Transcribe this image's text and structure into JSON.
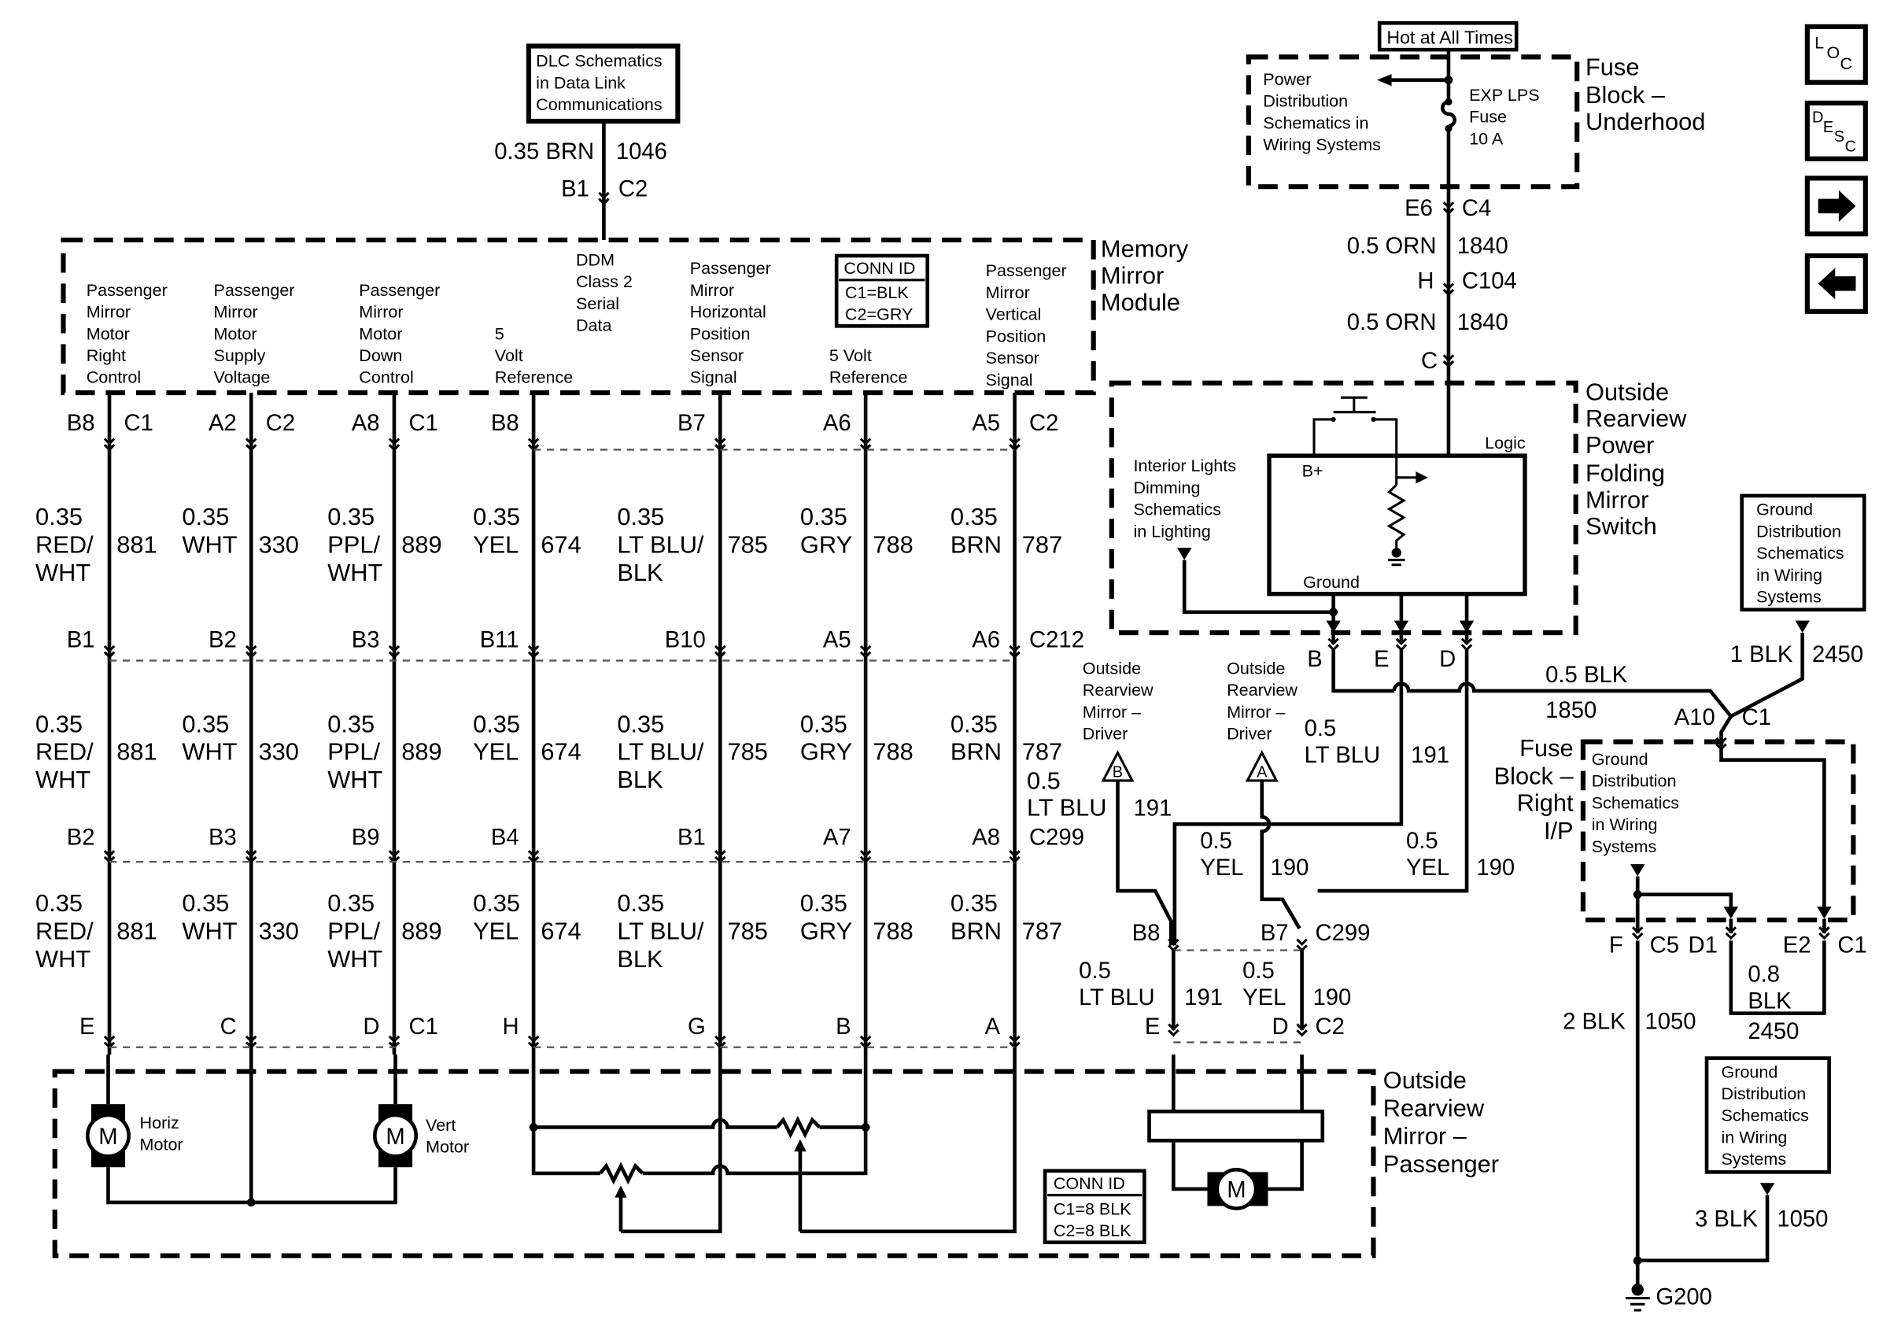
{
  "nav_icons": {
    "loc": "LOC",
    "desc": "DESC",
    "next": "right-arrow-icon",
    "back": "left-arrow-icon"
  },
  "dlc": {
    "lines": [
      "DLC Schematics",
      "in Data Link",
      "Communications"
    ],
    "wire": "0.35 BRN",
    "circuit": "1046",
    "pin": "B1",
    "conn": "C2"
  },
  "hot": "Hot at All Times",
  "fuse_block_uh": {
    "title": [
      "Fuse",
      "Block –",
      "Underhood"
    ],
    "power_dist": [
      "Power",
      "Distribution",
      "Schematics in",
      "Wiring Systems"
    ],
    "fuse": [
      "EXP LPS",
      "Fuse",
      "10 A"
    ]
  },
  "fuse_out": {
    "pin1": "E6",
    "conn1": "C4",
    "wire1": "0.5 ORN",
    "circ1": "1840",
    "pin2": "H",
    "conn2": "C104",
    "wire2": "0.5 ORN",
    "circ2": "1840",
    "pin3": "C"
  },
  "mmm": {
    "title": [
      "Memory",
      "Mirror",
      "Module"
    ],
    "labels": [
      [
        "Passenger",
        "Mirror",
        "Motor",
        "Right",
        "Control"
      ],
      [
        "Passenger",
        "Mirror",
        "Motor",
        "Supply",
        "Voltage"
      ],
      [
        "Passenger",
        "Mirror",
        "Motor",
        "Down",
        "Control"
      ],
      [
        "5",
        "Volt",
        "Reference"
      ],
      [
        "DDM",
        "Class 2",
        "Serial",
        "Data"
      ],
      [
        "Passenger",
        "Mirror",
        "Horizontal",
        "Position",
        "Sensor",
        "Signal"
      ],
      [
        "5 Volt",
        "Reference"
      ],
      [
        "Passenger",
        "Mirror",
        "Vertical",
        "Position",
        "Sensor",
        "Signal"
      ]
    ],
    "conn_id": [
      "CONN ID",
      "C1=BLK",
      "C2=GRY"
    ]
  },
  "cols": [
    {
      "top_pin": "B8",
      "top_conn": "C1",
      "wire": [
        "0.35",
        "RED/",
        "WHT"
      ],
      "circuit": "881",
      "mid_pin": "B1",
      "low_pin": "B2",
      "bot_pin": "E"
    },
    {
      "top_pin": "A2",
      "top_conn": "C2",
      "wire": [
        "0.35",
        "WHT"
      ],
      "circuit": "330",
      "mid_pin": "B2",
      "low_pin": "B3",
      "bot_pin": "C"
    },
    {
      "top_pin": "A8",
      "top_conn": "C1",
      "wire": [
        "0.35",
        "PPL/",
        "WHT"
      ],
      "circuit": "889",
      "mid_pin": "B3",
      "low_pin": "B9",
      "bot_pin": "D",
      "bot_conn": "C1"
    },
    {
      "top_pin": "B8",
      "top_conn": "",
      "wire": [
        "0.35",
        "YEL"
      ],
      "circuit": "674",
      "mid_pin": "B11",
      "low_pin": "B4",
      "bot_pin": "H"
    },
    {
      "top_pin": "B7",
      "top_conn": "",
      "wire": [
        "0.35",
        "LT BLU/",
        "BLK"
      ],
      "circuit": "785",
      "mid_pin": "B10",
      "low_pin": "B1",
      "bot_pin": "G"
    },
    {
      "top_pin": "A6",
      "top_conn": "",
      "wire": [
        "0.35",
        "GRY"
      ],
      "circuit": "788",
      "mid_pin": "A5",
      "low_pin": "A7",
      "bot_pin": "B"
    },
    {
      "top_pin": "A5",
      "top_conn": "C2",
      "wire": [
        "0.35",
        "BRN"
      ],
      "circuit": "787",
      "mid_pin": "A6",
      "mid_conn": "C212",
      "low_pin": "A8",
      "low_conn": "C299",
      "bot_pin": "A"
    }
  ],
  "mid_extra": {
    "wire": [
      "0.5",
      "LT BLU"
    ]
  },
  "switch": {
    "title": [
      "Outside",
      "Rearview",
      "Power",
      "Folding",
      "Mirror",
      "Switch"
    ],
    "bplus": "B+",
    "logic": "Logic",
    "ground": "Ground",
    "interior": [
      "Interior Lights",
      "Dimming",
      "Schematics",
      "in Lighting"
    ],
    "pins": [
      "B",
      "E",
      "D"
    ]
  },
  "driver_refs": [
    {
      "label": [
        "Outside",
        "Rearview",
        "Mirror –",
        "Driver"
      ],
      "sym": "B",
      "circuit": "191"
    },
    {
      "label": [
        "Outside",
        "Rearview",
        "Mirror –",
        "Driver"
      ],
      "sym": "A",
      "circuit": "190"
    }
  ],
  "switch_wires": {
    "e_wire": [
      "0.5",
      "LT BLU"
    ],
    "e_circ": "191",
    "yel1": [
      "0.5",
      "YEL"
    ],
    "yel1_circ": "190",
    "yel2": [
      "0.5",
      "YEL"
    ],
    "yel2_circ": "190",
    "blk": "0.5 BLK",
    "blk_circ": "1850"
  },
  "pass_c299": {
    "pin1": "B8",
    "pin2": "B7",
    "conn": "C299",
    "w1": [
      "0.5",
      "LT BLU"
    ],
    "c1": "191",
    "w2": [
      "0.5",
      "YEL"
    ],
    "c2": "190",
    "bpin1": "E",
    "bpin2": "D",
    "bconn": "C2"
  },
  "passenger": {
    "title": [
      "Outside",
      "Rearview",
      "Mirror –",
      "Passenger"
    ],
    "horiz": [
      "Horiz",
      "Motor"
    ],
    "vert": [
      "Vert",
      "Motor"
    ],
    "motor": "M",
    "conn_id": [
      "CONN ID",
      "C1=8 BLK",
      "C2=8 BLK"
    ]
  },
  "gnd_top": {
    "label": [
      "Ground",
      "Distribution",
      "Schematics",
      "in Wiring",
      "Systems"
    ],
    "wire": "1 BLK",
    "circ": "2450"
  },
  "fuse_block_ip": {
    "title": [
      "Fuse",
      "Block –",
      "Right",
      "I/P"
    ],
    "pin": "A10",
    "conn": "C1",
    "inner": [
      "Ground",
      "Distribution",
      "Schematics",
      "in Wiring",
      "Systems"
    ]
  },
  "fb_bottom": {
    "f": "F",
    "c5": "C5",
    "d1": "D1",
    "e2": "E2",
    "c1": "C1",
    "wire1": "2 BLK",
    "circ1": "1050",
    "wire2": [
      "0.8",
      "BLK"
    ],
    "circ2": "2450"
  },
  "gnd_bot": {
    "label": [
      "Ground",
      "Distribution",
      "Schematics",
      "in Wiring",
      "Systems"
    ],
    "wire": "3 BLK",
    "circ": "1050",
    "g": "G200"
  }
}
